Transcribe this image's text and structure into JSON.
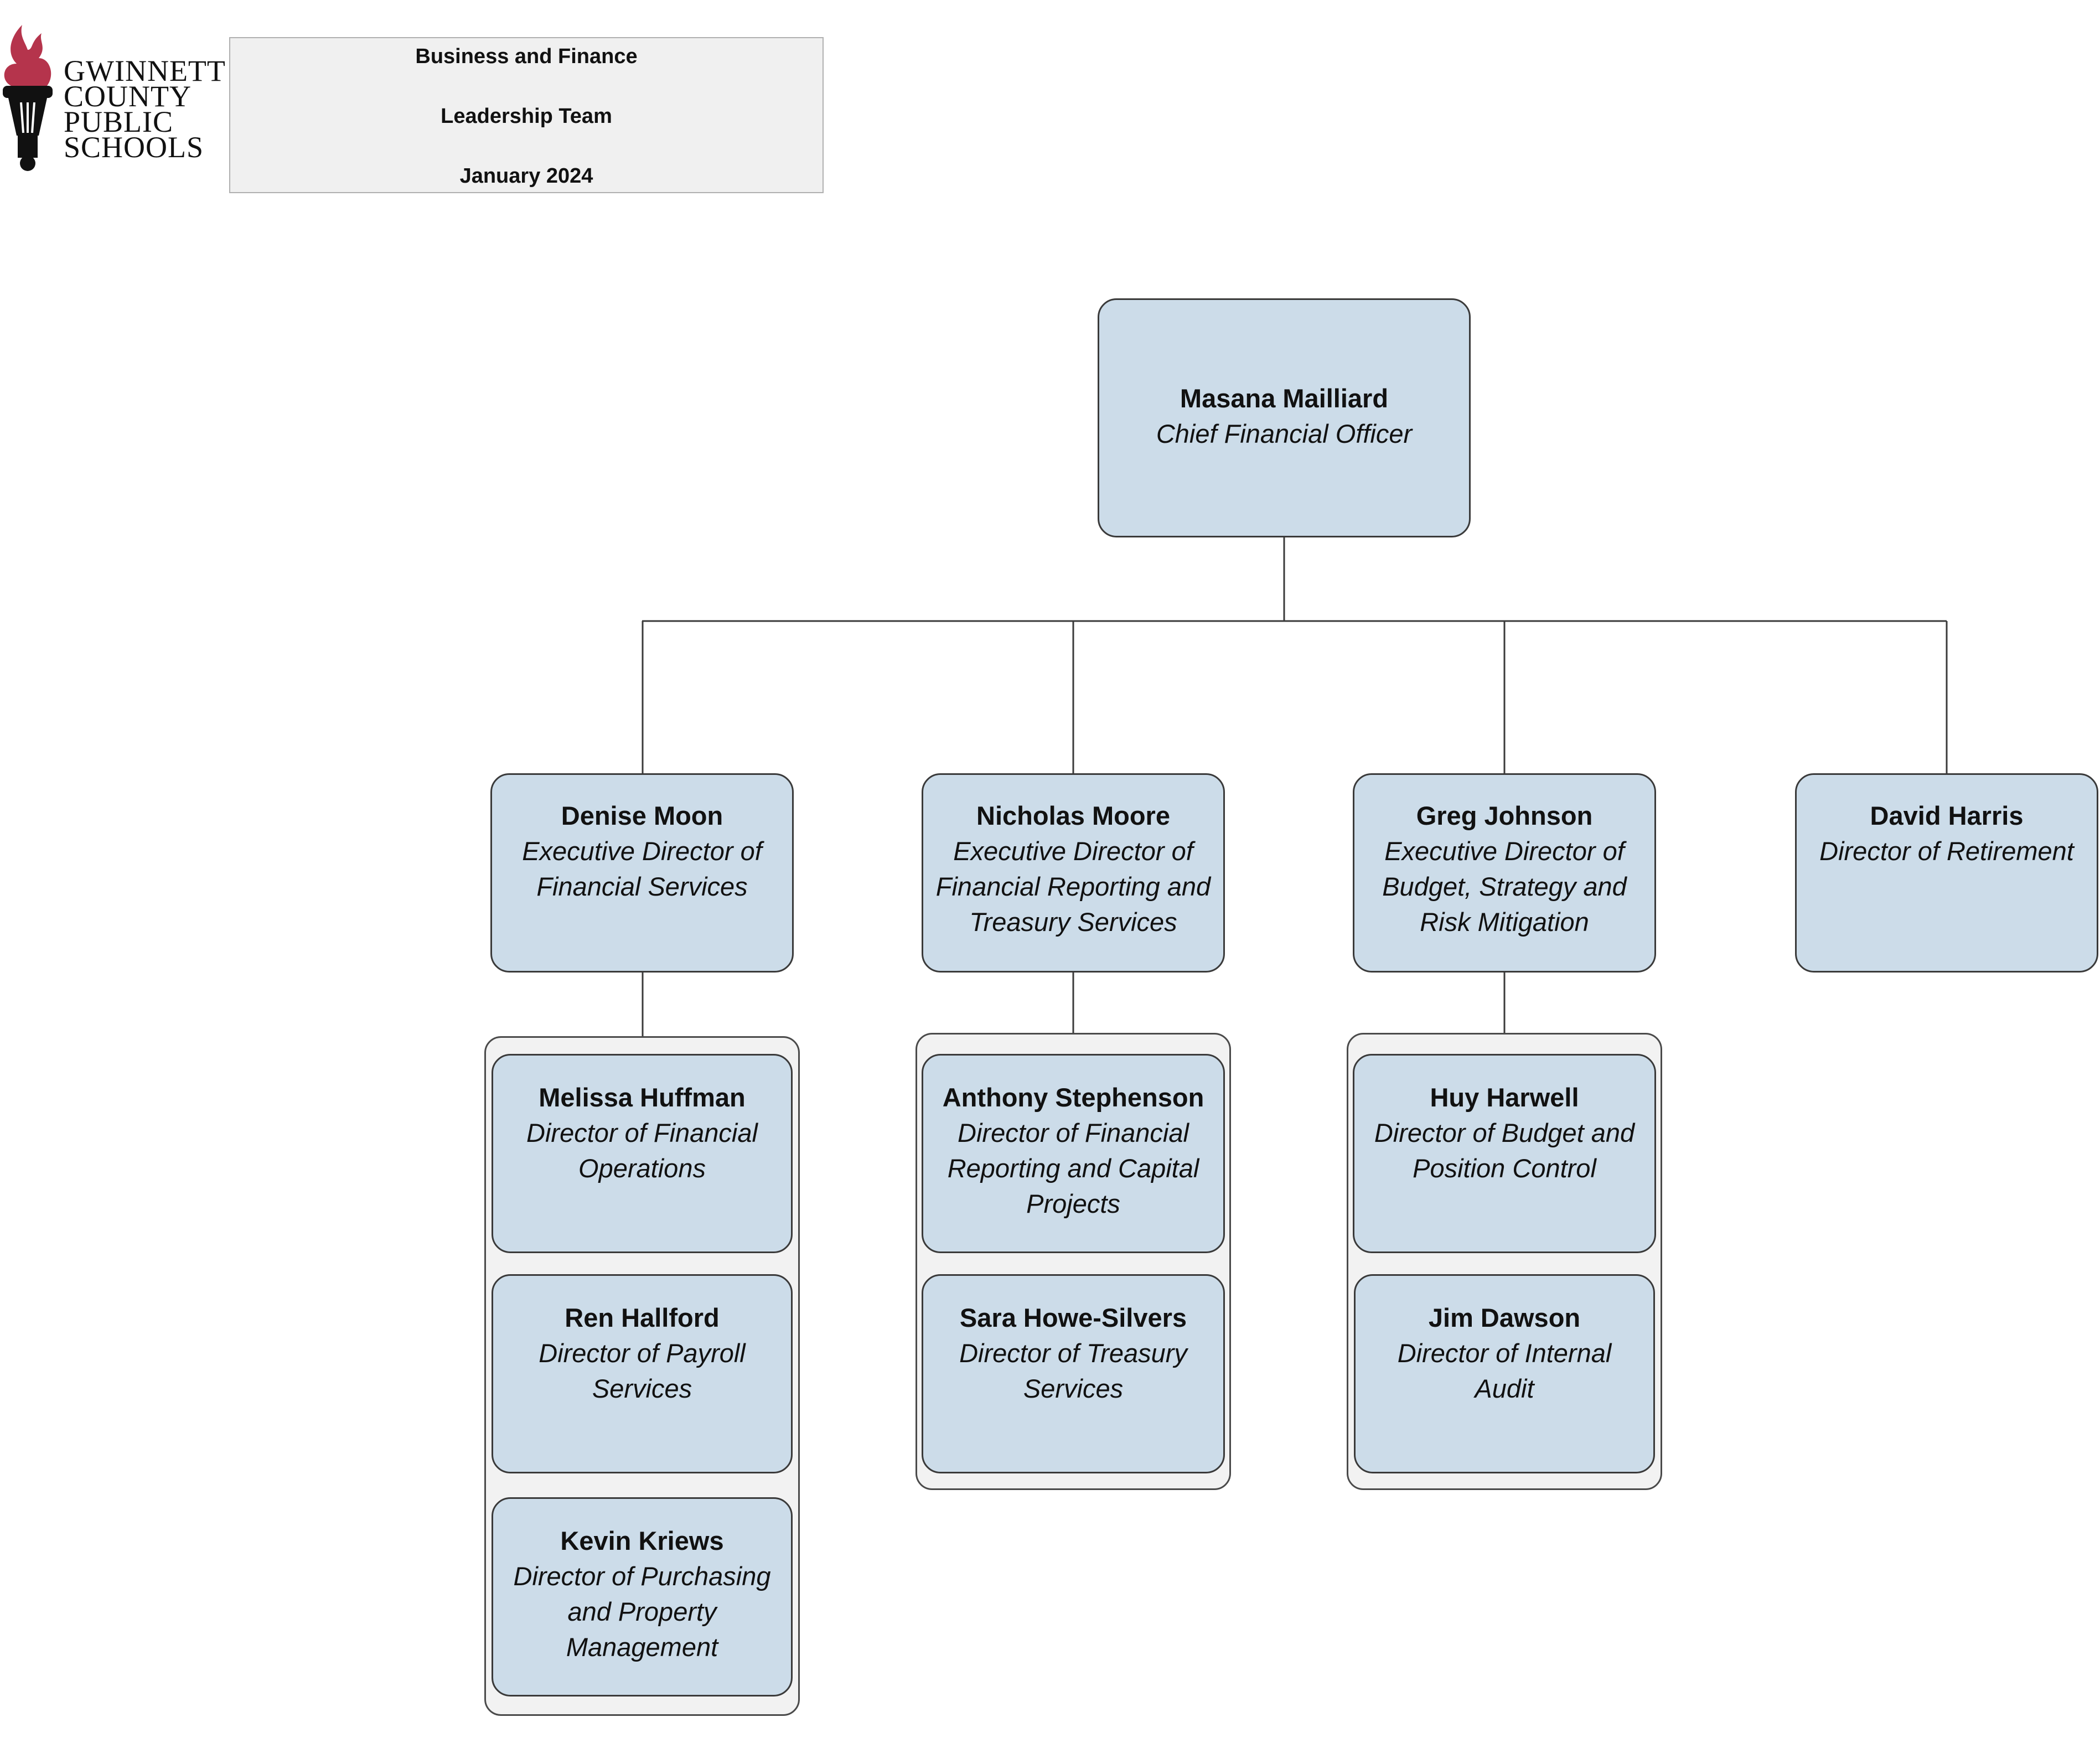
{
  "logo": {
    "lines": [
      "GWINNETT",
      "COUNTY",
      "PUBLIC",
      "SCHOOLS"
    ],
    "flame_color": "#b5344c"
  },
  "header": {
    "line1": "Business and Finance",
    "line2": "Leadership Team",
    "line3": "January 2024"
  },
  "colors": {
    "box_fill": "#ccdce9",
    "group_fill": "#f2f2f2",
    "line": "#3a3a3a"
  },
  "chart": {
    "cfo": {
      "name": "Masana Mailliard",
      "title": "Chief Financial Officer"
    },
    "denise": {
      "name": "Denise Moon",
      "title": "Executive Director of Financial Services"
    },
    "nicholas": {
      "name": "Nicholas Moore",
      "title": "Executive Director of Financial Reporting and Treasury Services"
    },
    "greg": {
      "name": "Greg Johnson",
      "title": "Executive Director of Budget, Strategy and Risk Mitigation"
    },
    "david": {
      "name": "David Harris",
      "title": "Director of Retirement"
    },
    "melissa": {
      "name": "Melissa Huffman",
      "title": "Director of Financial Operations"
    },
    "ren": {
      "name": "Ren Hallford",
      "title": "Director of Payroll Services"
    },
    "kevin": {
      "name": "Kevin Kriews",
      "title": "Director of Purchasing and Property Management"
    },
    "anthony": {
      "name": "Anthony Stephenson",
      "title": "Director of Financial Reporting and Capital Projects"
    },
    "sara": {
      "name": "Sara Howe-Silvers",
      "title": "Director of Treasury Services"
    },
    "huy": {
      "name": "Huy Harwell",
      "title": "Director of Budget and Position Control"
    },
    "jim": {
      "name": "Jim Dawson",
      "title": "Director of Internal Audit"
    }
  }
}
